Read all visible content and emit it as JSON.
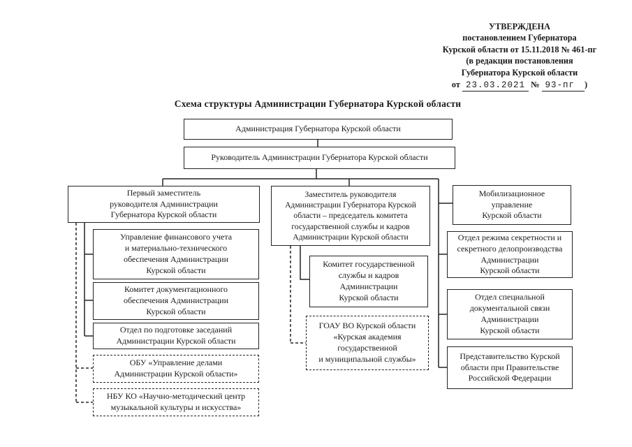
{
  "approval": {
    "lines": [
      "УТВЕРЖДЕНА",
      "постановлением Губернатора",
      "Курской области от 15.11.2018 № 461-пг",
      "(в редакции постановления",
      "Губернатора Курской области"
    ],
    "filled": {
      "prefix": "от",
      "date": "23.03.2021",
      "number_sign": "№",
      "number": "93-пг",
      "closing": ")"
    }
  },
  "title": "Схема структуры Администрации Губернатора Курской области",
  "org": {
    "root": "Администрация Губернатора Курской области",
    "head": "Руководитель Администрации Губернатора Курской области",
    "left_branch": {
      "parent": "Первый заместитель\nруководителя Администрации\nГубернатора Курской области",
      "units": [
        "Управление финансового учета\nи материально-технического\nобеспечения Администрации\nКурской области",
        "Комитет документационного\nобеспечения Администрации\nКурской области",
        "Отдел по подготовке заседаний\nАдминистрации Курской области"
      ],
      "affiliated": [
        "ОБУ «Управление делами\nАдминистрации Курской области»",
        "НБУ КО «Научно-методический центр\nмузыкальной культуры и искусства»"
      ]
    },
    "middle_branch": {
      "parent": "Заместитель руководителя\nАдминистрации Губернатора Курской\nобласти – председатель комитета\nгосударственной службы и кадров\nАдминистрации Курской области",
      "units": [
        "Комитет государственной\nслужбы и кадров\nАдминистрации\nКурской области"
      ],
      "affiliated": [
        "ГОАУ ВО Курской области\n«Курская академия\nгосударственной\nи муниципальной службы»"
      ]
    },
    "right_branch": {
      "units": [
        "Мобилизационное\nуправление\nКурской области",
        "Отдел режима секретности и\nсекретного делопроизводства\nАдминистрации\nКурской области",
        "Отдел специальной\nдокументальной связи\nАдминистрации\nКурской области",
        "Представительство Курской\nобласти при Правительстве\nРоссийской Федерации"
      ]
    }
  },
  "colors": {
    "ink": "#1b1b1b",
    "paper": "#ffffff"
  }
}
